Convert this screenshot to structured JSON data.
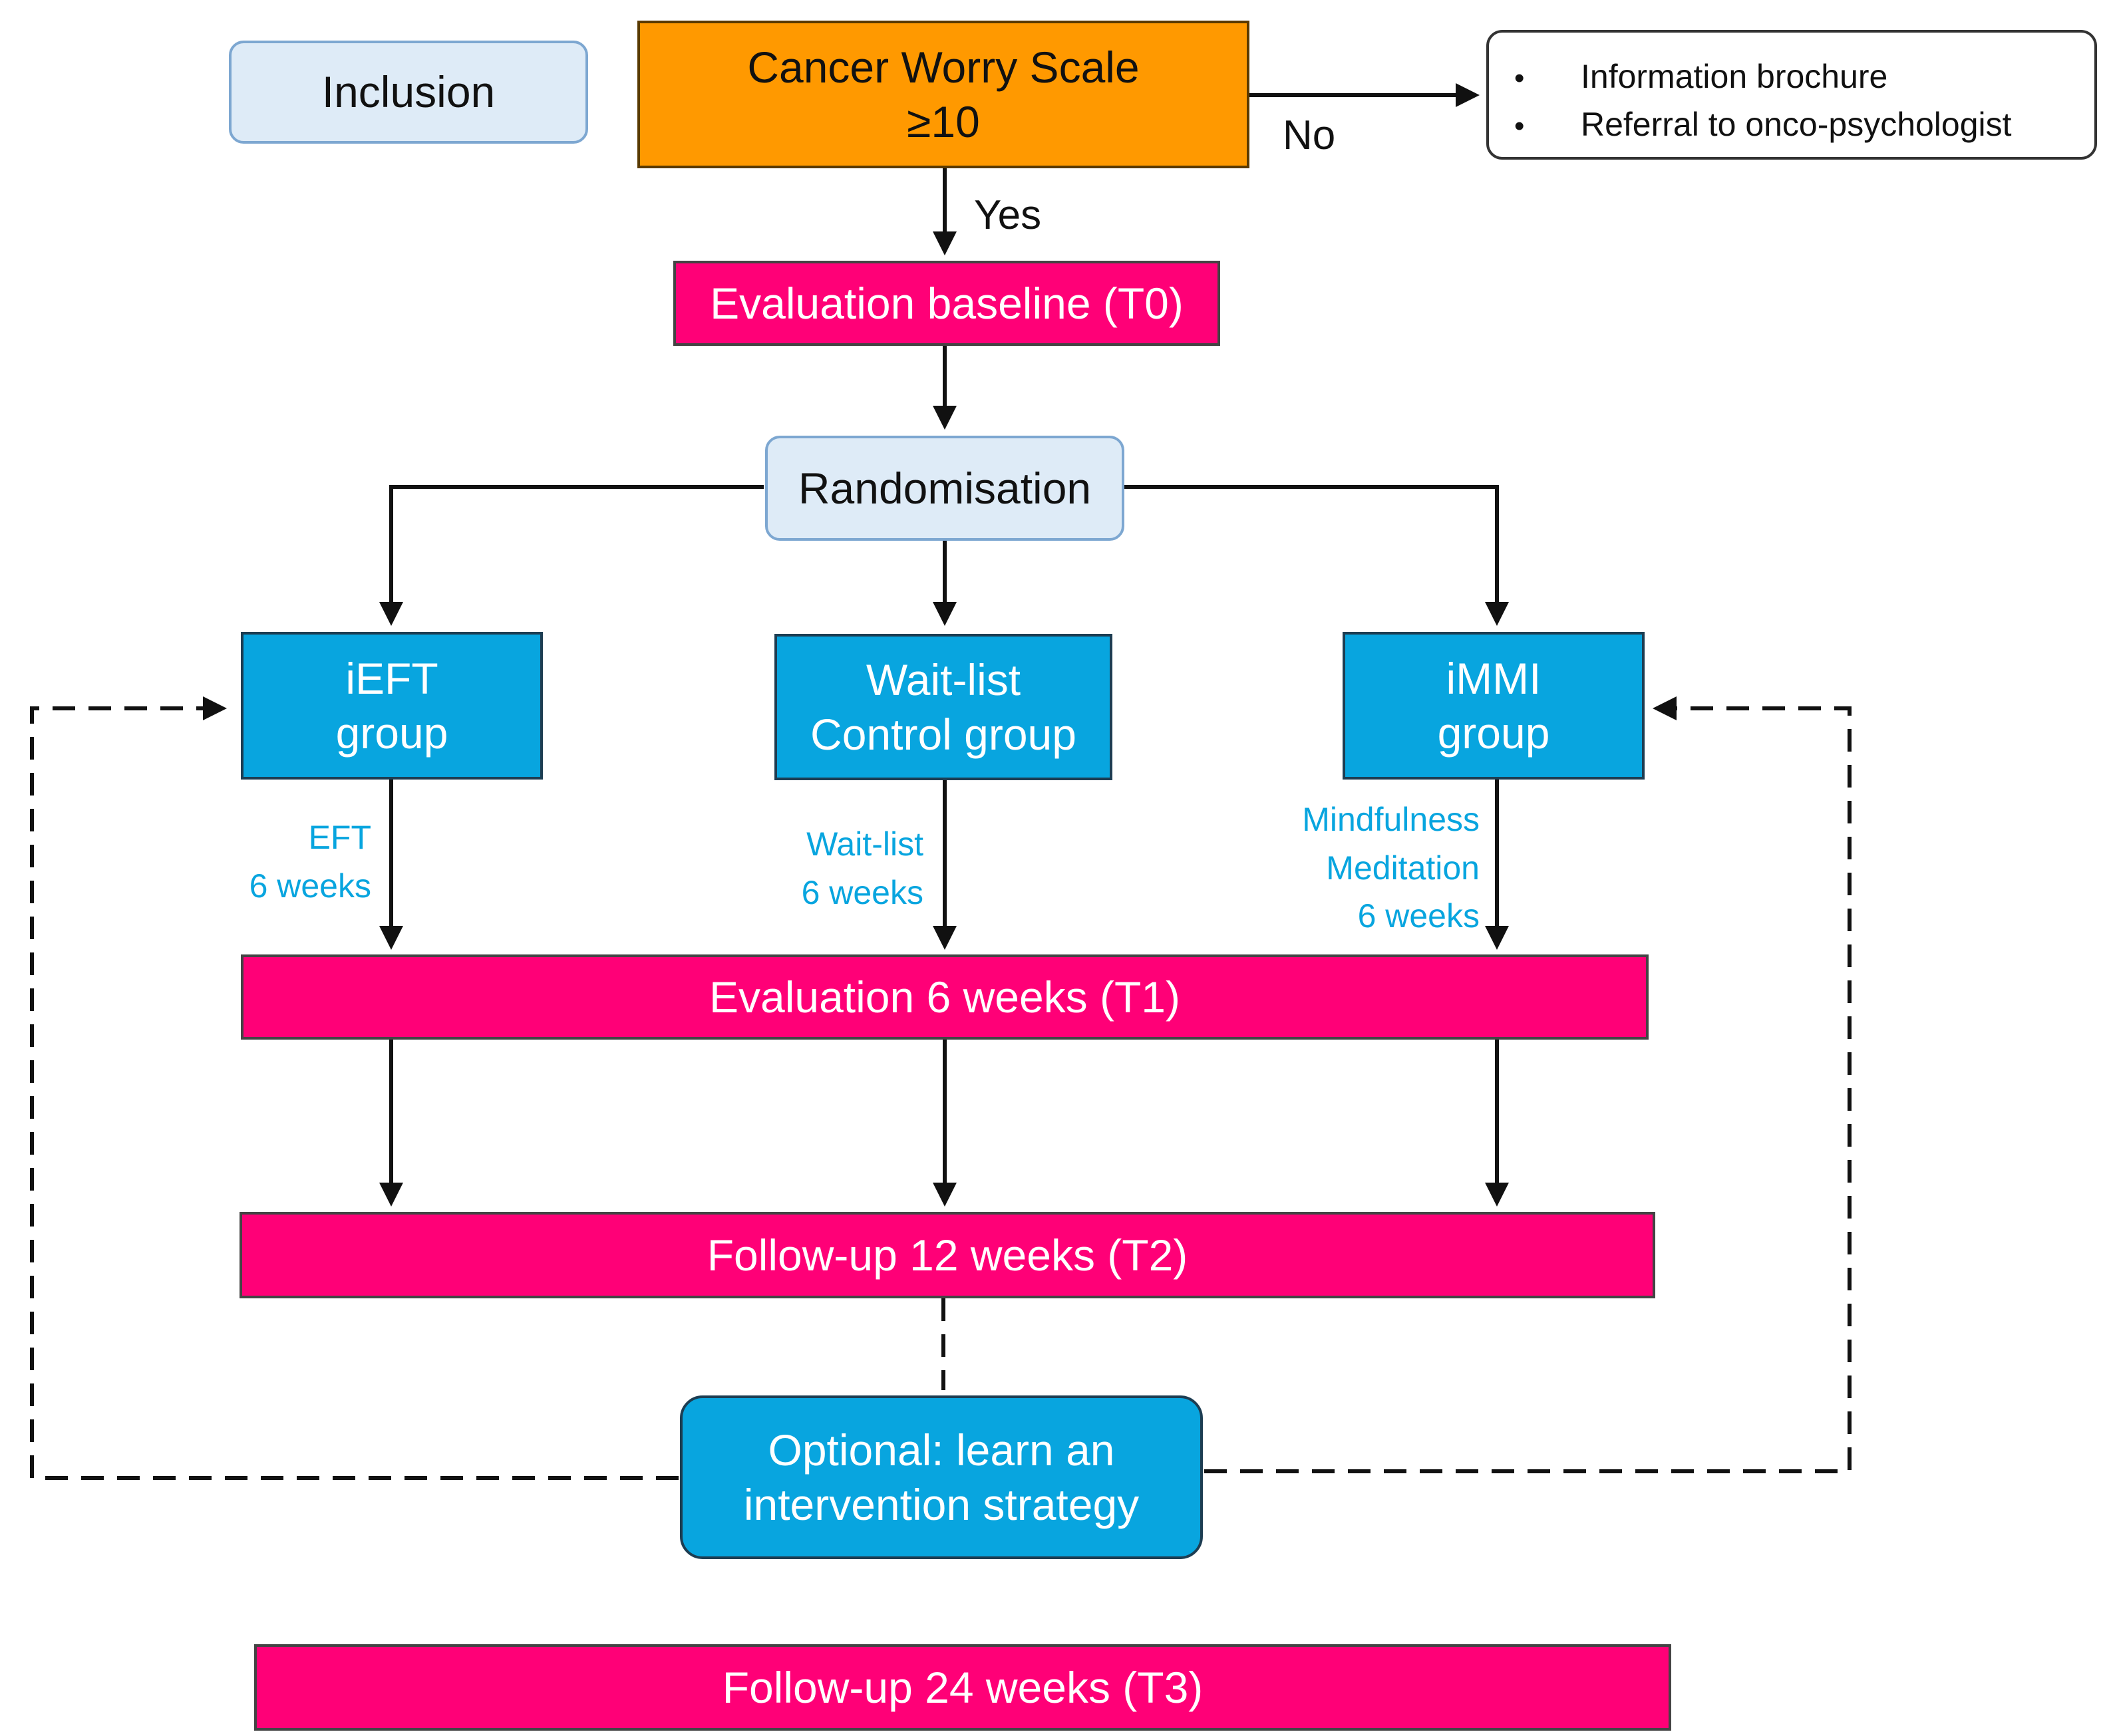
{
  "inclusion": "Inclusion",
  "screening": {
    "line1": "Cancer Worry Scale",
    "line2": "≥10"
  },
  "branch": {
    "no": "No",
    "yes": "Yes"
  },
  "no_outcomes": [
    "Information brochure",
    "Referral to onco-psychologist"
  ],
  "baseline": "Evaluation baseline (T0)",
  "randomisation": "Randomisation",
  "groups": {
    "ieft": {
      "line1": "iEFT",
      "line2": "group"
    },
    "waitlist": {
      "line1": "Wait-list",
      "line2": "Control group"
    },
    "immi": {
      "line1": "iMMI",
      "line2": "group"
    }
  },
  "interventions": {
    "ieft": [
      "EFT",
      "6 weeks"
    ],
    "waitlist": [
      "Wait-list",
      "6 weeks"
    ],
    "immi": [
      "Mindfulness",
      "Meditation",
      "6 weeks"
    ]
  },
  "t1": "Evaluation 6 weeks (T1)",
  "t2": "Follow-up 12 weeks (T2)",
  "optional": {
    "line1": "Optional: learn an",
    "line2": "intervention strategy"
  },
  "t3": "Follow-up 24 weeks (T3)",
  "colors": {
    "screening": "#ff9900",
    "evaluation": "#ff0077",
    "group": "#08a5df",
    "inclusion": "#deebf7",
    "intervention_text": "#08a5df"
  }
}
